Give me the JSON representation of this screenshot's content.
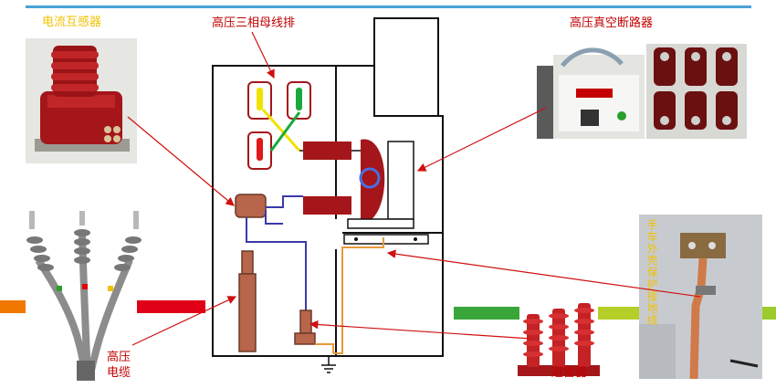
{
  "colors": {
    "top_rule": "#4aa3d8",
    "label_red": "#c00000",
    "label_gold": "#f2c200",
    "busbar_yellow": "#f2e200",
    "busbar_green": "#1aa83c",
    "busbar_red": "#e01818",
    "insulator_red": "#a4161a",
    "equipment_brown": "#b7654b",
    "wire_blue": "#3a3aa8",
    "wire_orange": "#e89a3c",
    "leader_red": "#d01010"
  },
  "labels": {
    "current_transformer": "电流互感器",
    "busbar": "高压三相母线排",
    "vacuum_breaker": "高压真空断路器",
    "cable_line1": "高压",
    "cable_line2": "电缆",
    "arrester": "避雷器",
    "ground_line1": "手车",
    "ground_line2": "外壳",
    "ground_line3": "保护",
    "ground_line4": "接地",
    "ground_line5": "线"
  },
  "icons": {
    "ground": "ground-symbol-icon"
  }
}
